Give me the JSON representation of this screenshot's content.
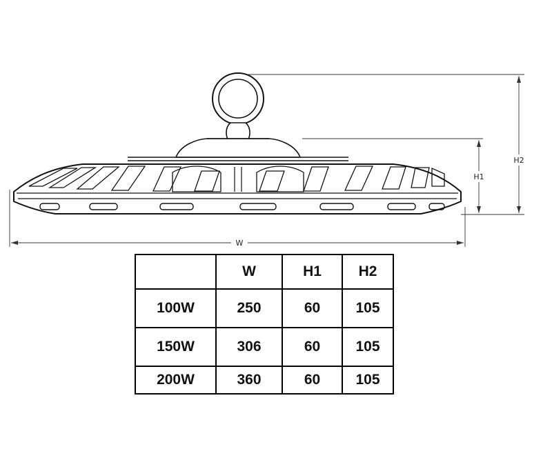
{
  "dimensions": {
    "width_label": "W",
    "h1_label": "H1",
    "h2_label": "H2"
  },
  "spec_table": {
    "header": [
      "",
      "W",
      "H1",
      "H2"
    ],
    "rows": [
      [
        "100W",
        "250",
        "60",
        "105"
      ],
      [
        "150W",
        "306",
        "60",
        "105"
      ],
      [
        "200W",
        "360",
        "60",
        "105"
      ]
    ]
  }
}
